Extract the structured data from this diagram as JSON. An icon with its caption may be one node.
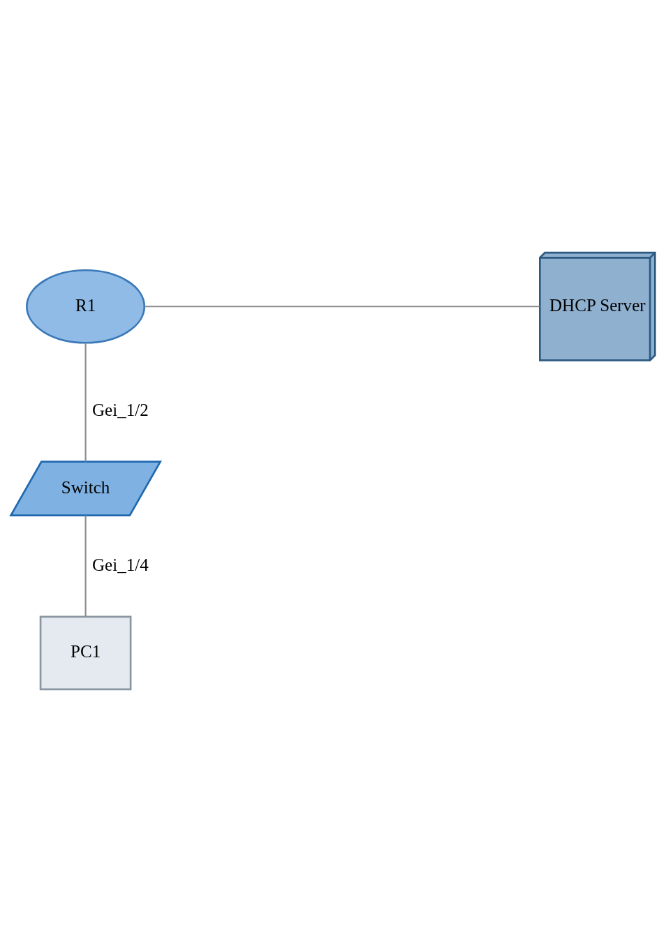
{
  "diagram": {
    "nodes": [
      {
        "text": [
          "R1"
        ]
      },
      {
        "text": [
          "DHCP Server"
        ]
      },
      {
        "text": [
          "Switch"
        ]
      },
      {
        "text": [
          "PC1"
        ]
      }
    ],
    "edges": [
      {
        "from": 0,
        "to": 1,
        "arrow": "none"
      },
      {
        "from": 0,
        "to": 2,
        "arrow": "none",
        "label": "Gei_1/2"
      },
      {
        "from": 2,
        "to": 3,
        "arrow": "none",
        "label": "Gei_1/4"
      }
    ]
  }
}
